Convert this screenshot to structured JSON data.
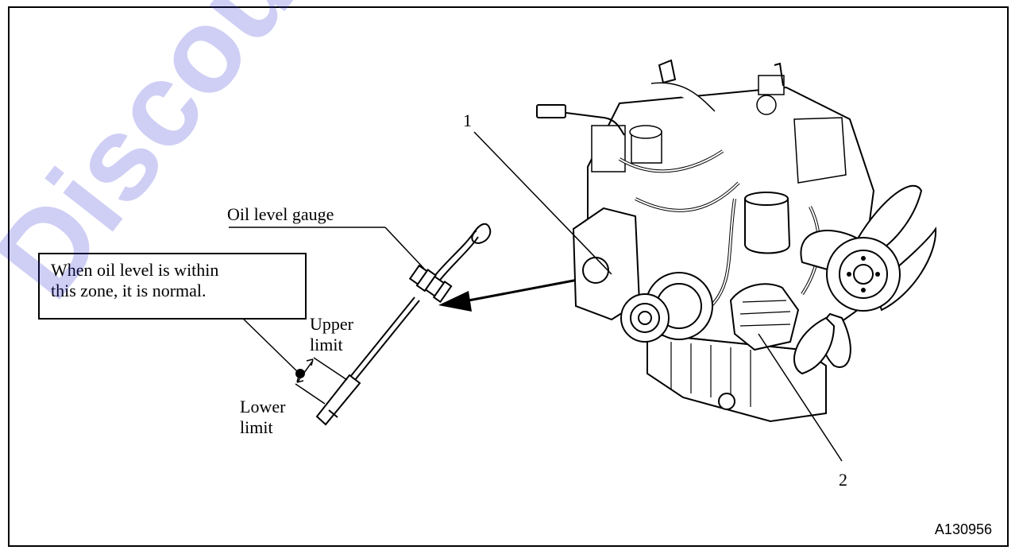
{
  "labels": {
    "oil_level_gauge": "Oil level gauge",
    "callout_line1": "When oil level is within",
    "callout_line2": "this zone, it is normal.",
    "upper_line1": "Upper",
    "upper_line2": "limit",
    "lower_line1": "Lower",
    "lower_line2": "limit",
    "callout_1": "1",
    "callout_2": "2",
    "figure_id": "A130956"
  },
  "watermark": {
    "text": "Discount-Equ",
    "color": "#2a2ad6"
  },
  "icons": [
    "engine-illustration",
    "dipstick-illustration",
    "direction-arrow"
  ]
}
